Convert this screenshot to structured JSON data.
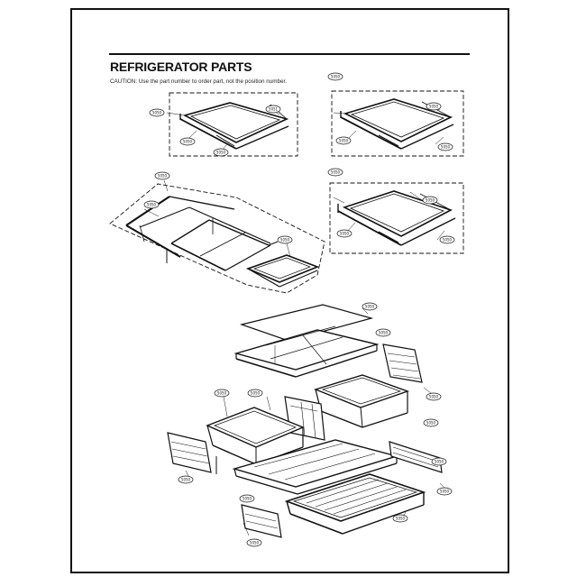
{
  "document": {
    "title": "REFRIGERATOR PARTS",
    "caution": "CAUTION: Use the part number to order part, not the position number."
  },
  "groups": [
    {
      "id": "shelf-box-1",
      "labels": [
        "5050",
        "5051",
        "5050",
        "5050"
      ]
    },
    {
      "id": "shelf-box-2",
      "labels": [
        "5050",
        "5050",
        "5050",
        "5050"
      ]
    },
    {
      "id": "folding-shelf-assembly",
      "labels": [
        "5050",
        "5050",
        "5050"
      ]
    },
    {
      "id": "shelf-box-3",
      "labels": [
        "5050",
        "5050",
        "5050",
        "5050"
      ]
    },
    {
      "id": "crisper-assembly",
      "labels": [
        "5050",
        "5050",
        "5050",
        "5050",
        "5050",
        "5050",
        "5050",
        "5050",
        "5050",
        "5050",
        "5050",
        "5050"
      ]
    }
  ],
  "colors": {
    "line": "#111111",
    "page": "#ffffff"
  }
}
